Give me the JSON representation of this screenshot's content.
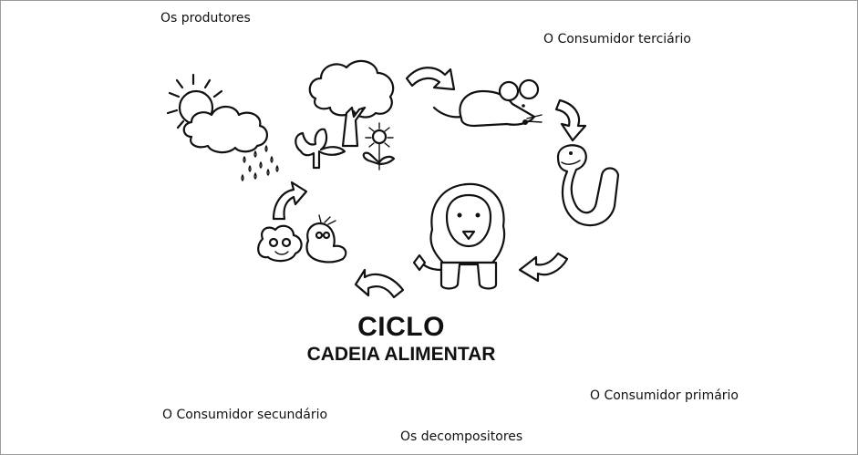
{
  "labels": {
    "produtores": "Os produtores",
    "terciario": "O Consumidor terciário",
    "primario": "O Consumidor primário",
    "secundario": "O Consumidor secundário",
    "decompositores": "Os decompositores"
  },
  "title": {
    "main": "CICLO",
    "sub": "CADEIA ALIMENTAR"
  },
  "icons": [
    "sun-cloud-rain-icon",
    "tree-plants-icon",
    "mouse-icon",
    "snake-icon",
    "lion-icon",
    "decomposers-icon",
    "cycle-arrow-icon"
  ]
}
